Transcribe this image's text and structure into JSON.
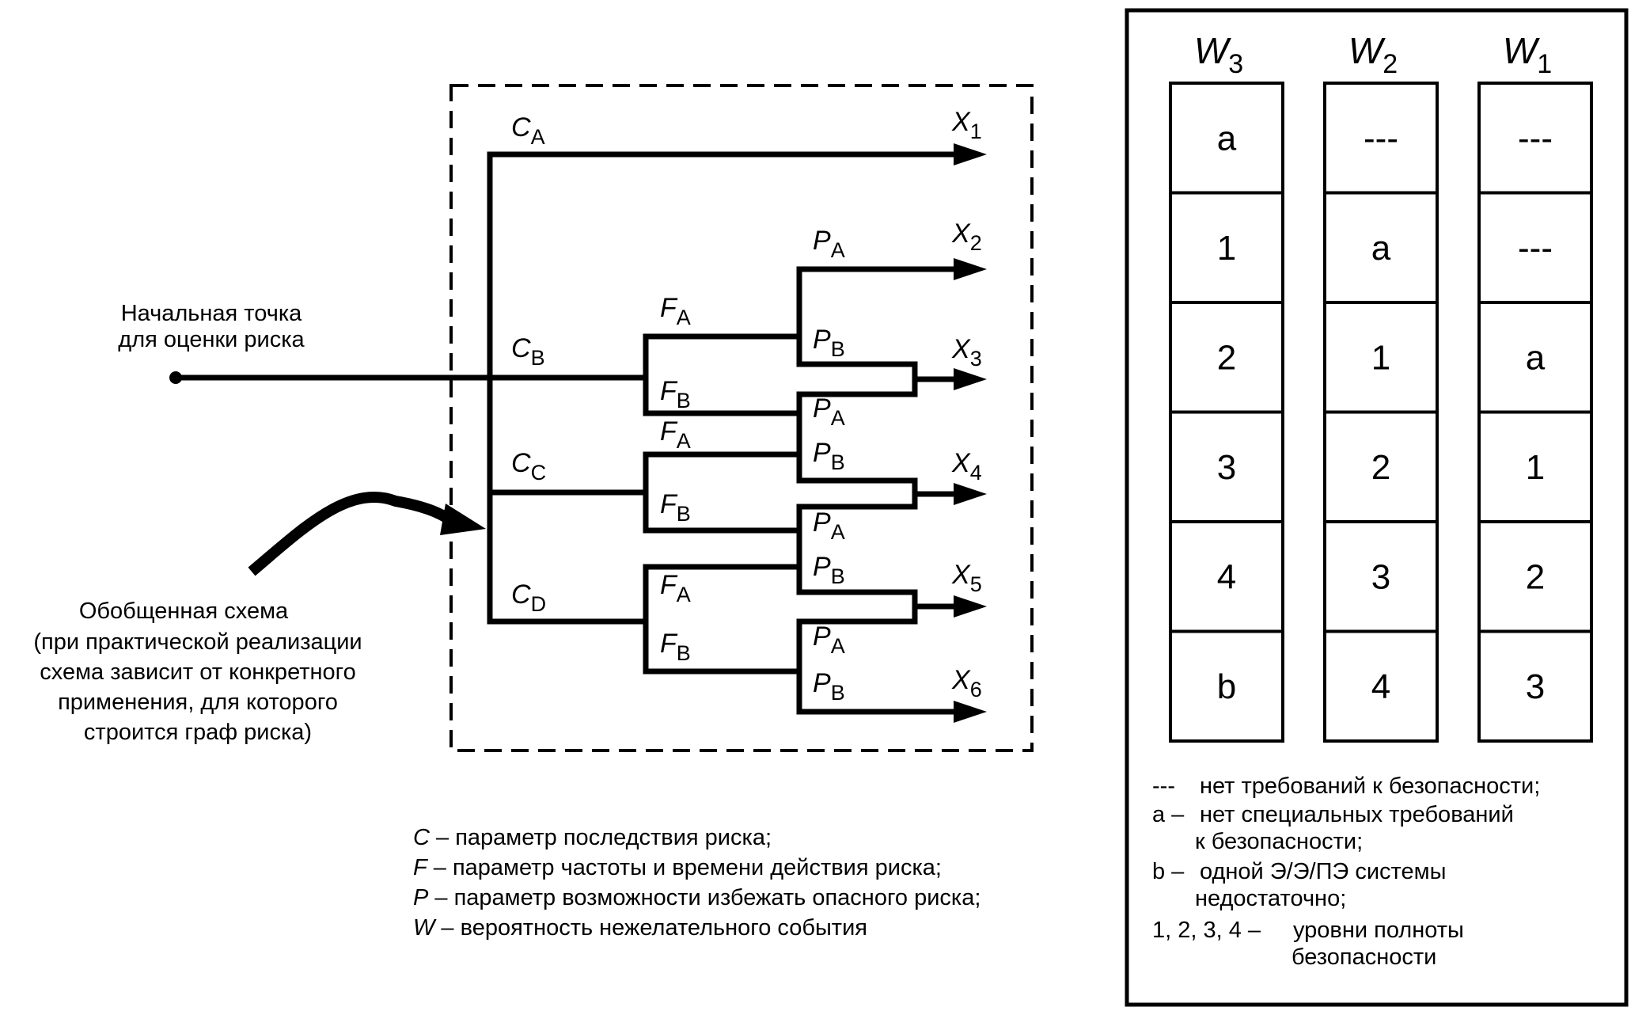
{
  "start_point": {
    "label_lines": [
      "Начальная точка",
      "для оценки риска"
    ]
  },
  "generalized_scheme": {
    "label_lines": [
      "Обобщенная схема",
      "(при практической реализации",
      "схема зависит от конкретного",
      "применения, для которого",
      "строится граф риска)"
    ]
  },
  "graph": {
    "consequence_labels": [
      {
        "main": "C",
        "sub": "A"
      },
      {
        "main": "C",
        "sub": "B"
      },
      {
        "main": "C",
        "sub": "C"
      },
      {
        "main": "C",
        "sub": "D"
      }
    ],
    "frequency_labels": [
      {
        "main": "F",
        "sub": "A"
      },
      {
        "main": "F",
        "sub": "B"
      },
      {
        "main": "F",
        "sub": "A"
      },
      {
        "main": "F",
        "sub": "B"
      },
      {
        "main": "F",
        "sub": "A"
      },
      {
        "main": "F",
        "sub": "B"
      }
    ],
    "possibility_labels": [
      {
        "main": "P",
        "sub": "A"
      },
      {
        "main": "P",
        "sub": "B"
      },
      {
        "main": "P",
        "sub": "A"
      },
      {
        "main": "P",
        "sub": "B"
      },
      {
        "main": "P",
        "sub": "A"
      },
      {
        "main": "P",
        "sub": "B"
      },
      {
        "main": "P",
        "sub": "A"
      },
      {
        "main": "P",
        "sub": "B"
      }
    ],
    "outputs": [
      {
        "main": "X",
        "sub": "1"
      },
      {
        "main": "X",
        "sub": "2"
      },
      {
        "main": "X",
        "sub": "3"
      },
      {
        "main": "X",
        "sub": "4"
      },
      {
        "main": "X",
        "sub": "5"
      },
      {
        "main": "X",
        "sub": "6"
      }
    ]
  },
  "table": {
    "columns": [
      {
        "main": "W",
        "sub": "3",
        "cells": [
          "a",
          "1",
          "2",
          "3",
          "4",
          "b"
        ]
      },
      {
        "main": "W",
        "sub": "2",
        "cells": [
          "---",
          "a",
          "1",
          "2",
          "3",
          "4"
        ]
      },
      {
        "main": "W",
        "sub": "1",
        "cells": [
          "---",
          "---",
          "a",
          "1",
          "2",
          "3"
        ]
      }
    ],
    "legend": [
      {
        "key": "---",
        "lines": [
          "нет требований к безопасности;"
        ]
      },
      {
        "key": "a –",
        "lines": [
          "нет специальных требований",
          "к безопасности;"
        ]
      },
      {
        "key": "b –",
        "lines": [
          "одной Э/Э/ПЭ системы",
          "недостаточно;"
        ]
      },
      {
        "key": "1, 2, 3, 4 –",
        "lines": [
          "уровни полноты",
          "безопасности"
        ]
      }
    ]
  },
  "parameter_legend": [
    {
      "symbol": "C",
      "text": " – параметр последствия риска;"
    },
    {
      "symbol": "F",
      "text": " – параметр частоты и времени действия риска;"
    },
    {
      "symbol": "P",
      "text": " – параметр возможности избежать опасного риска;"
    },
    {
      "symbol": "W",
      "text": " – вероятность нежелательного события"
    }
  ]
}
